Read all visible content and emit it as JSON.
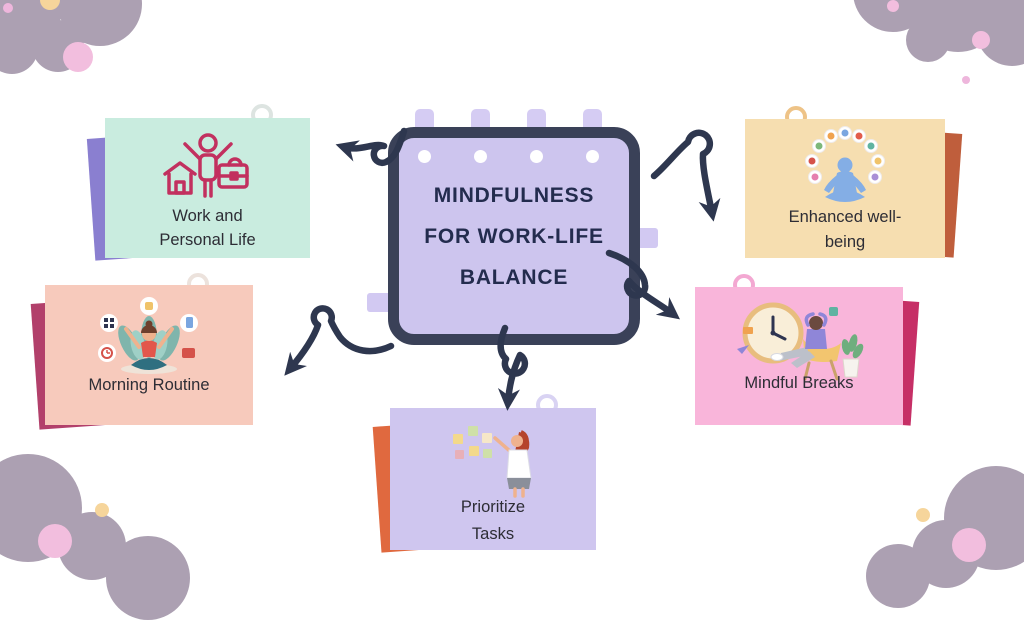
{
  "center": {
    "title_lines": [
      "MINDFULNESS",
      "FOR WORK-LIFE",
      "BALANCE"
    ],
    "fill": "#cdc5ee",
    "border_color": "#3a4158",
    "text_color": "#232c4e"
  },
  "nodes": [
    {
      "label": "Work and Personal Life",
      "icon": "work-life-balance-icon",
      "fill": "#c9ecdf",
      "accent": "#8a7fd0",
      "position": "top-left"
    },
    {
      "label": "Morning Routine",
      "icon": "morning-stretch-icon",
      "fill": "#f7cabc",
      "accent": "#b2406b",
      "position": "left"
    },
    {
      "label": "Prioritize Tasks",
      "icon": "sticky-notes-icon",
      "fill": "#cfc6ef",
      "accent": "#e0693f",
      "position": "bottom"
    },
    {
      "label": "Mindful Breaks",
      "icon": "relaxing-chair-clock-icon",
      "fill": "#f9b5da",
      "accent": "#c62f66",
      "position": "right"
    },
    {
      "label": "Enhanced well-being",
      "icon": "meditation-icon",
      "fill": "#f6deb0",
      "accent": "#bf5e3c",
      "position": "top-right"
    }
  ],
  "connections": [
    {
      "from": "center",
      "to": "Work and Personal Life"
    },
    {
      "from": "center",
      "to": "Morning Routine"
    },
    {
      "from": "center",
      "to": "Prioritize Tasks"
    },
    {
      "from": "center",
      "to": "Mindful Breaks"
    },
    {
      "from": "center",
      "to": "Enhanced well-being"
    }
  ],
  "decor": {
    "cloud_color": "#aca0b2",
    "dot_pink": "#f2bede",
    "dot_cream": "#f6d59b",
    "arrow_color": "#2e374f"
  }
}
